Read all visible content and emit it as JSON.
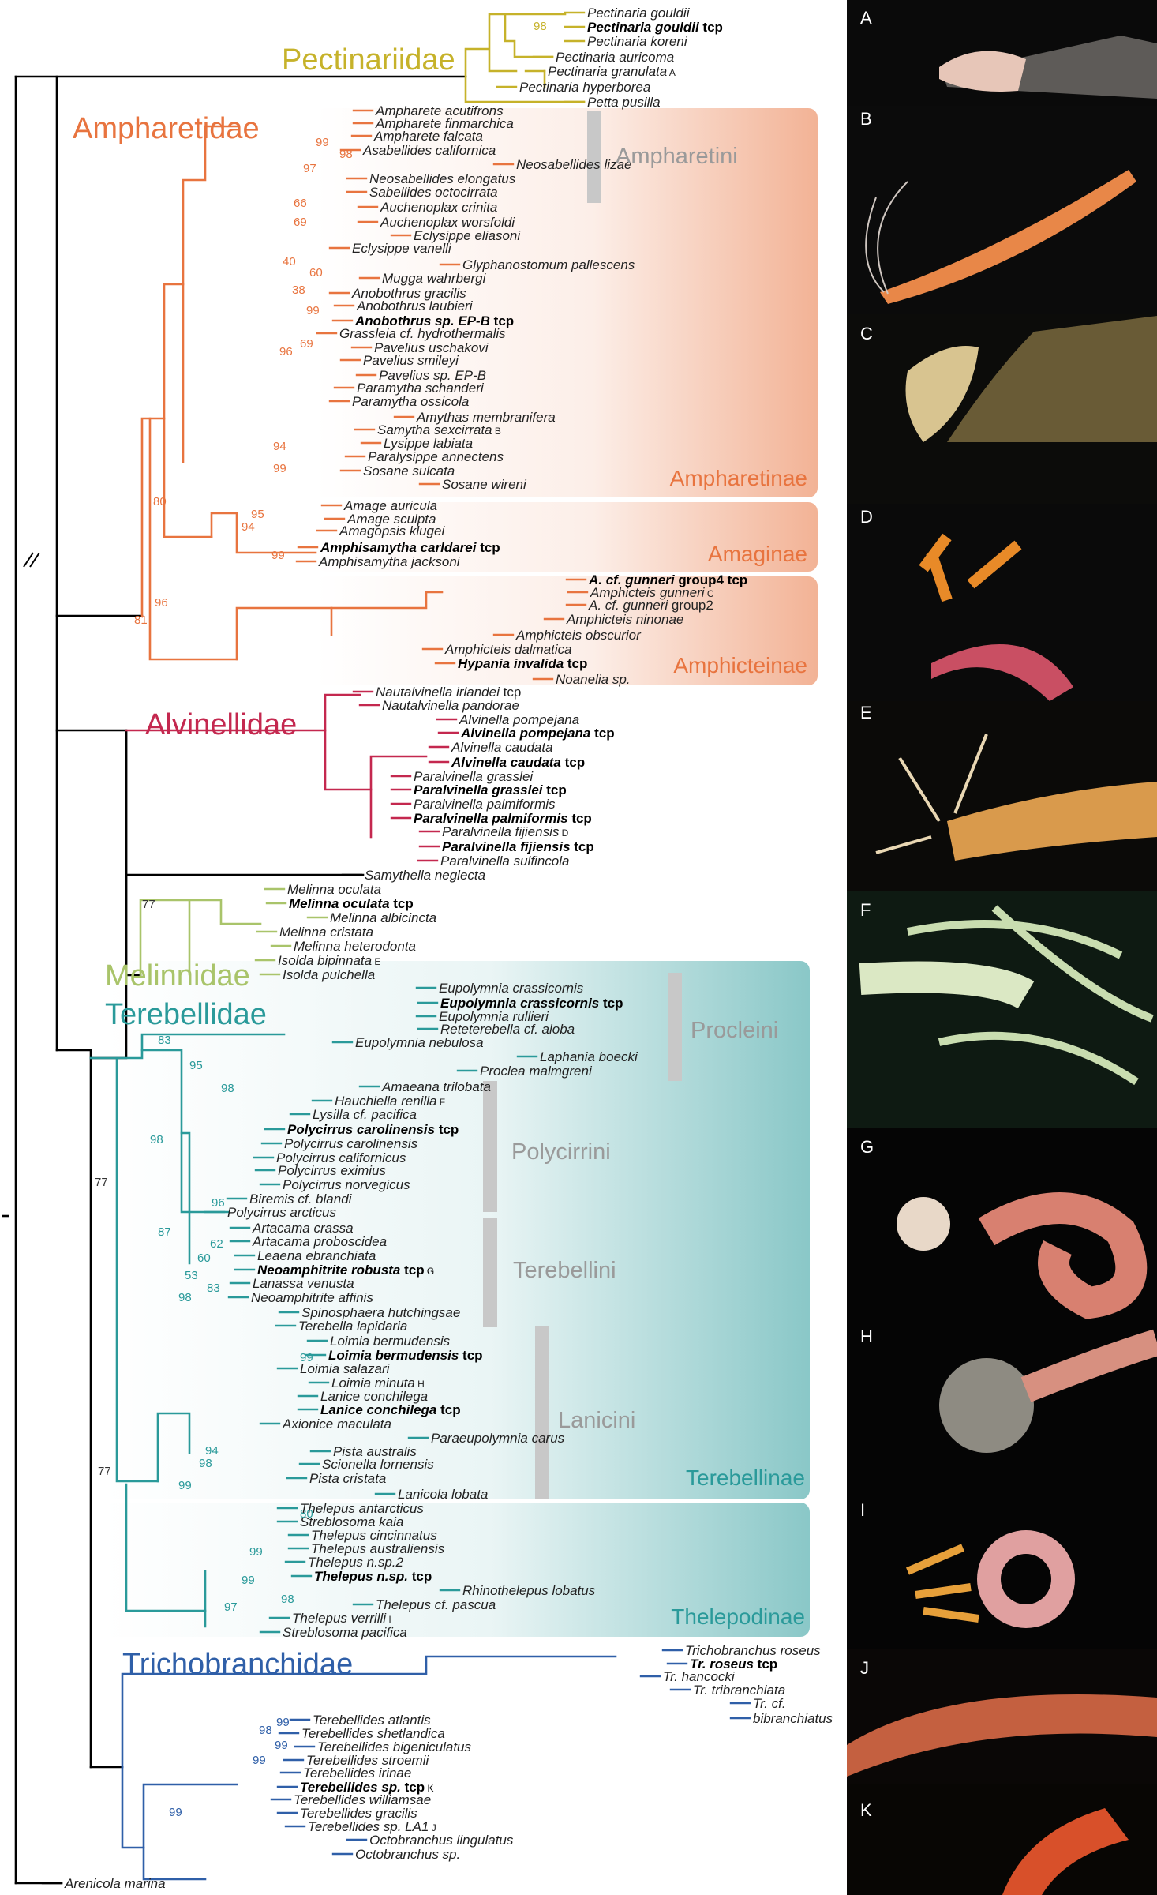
{
  "colors": {
    "pectinariidae": "#c6b22a",
    "ampharetidae": "#e8743f",
    "alvinellidae": "#c4284f",
    "melinnidae": "#a9c46a",
    "terebellidae": "#2a9a9a",
    "trichobranchidae": "#2f5fa8",
    "tribe_bar": "#c8c8c8",
    "background_panel": "#000000"
  },
  "families": {
    "pectinariidae": "Pectinariidae",
    "ampharetidae": "Ampharetidae",
    "alvinellidae": "Alvinellidae",
    "melinnidae": "Melinnidae",
    "terebellidae": "Terebellidae",
    "trichobranchidae": "Trichobranchidae"
  },
  "subfamilies": {
    "ampharetinae": "Ampharetinae",
    "amaginae": "Amaginae",
    "amphicteinae": "Amphicteinae",
    "terebellinae": "Terebellinae",
    "thelepodinae": "Thelepodinae"
  },
  "tribes": {
    "ampharetini": "Ampharetini",
    "procleini": "Procleini",
    "polycirrini": "Polycirrini",
    "terebellini": "Terebellini",
    "lanicini": "Lanicini"
  },
  "leaves": [
    {
      "name": "Pectinaria gouldii",
      "bold": false,
      "suffix": "",
      "fig": ""
    },
    {
      "name": "Pectinaria gouldii",
      "bold": true,
      "suffix": "tcp",
      "fig": ""
    },
    {
      "name": "Pectinaria koreni",
      "bold": false,
      "suffix": "",
      "fig": ""
    },
    {
      "name": "Pectinaria auricoma",
      "bold": false,
      "suffix": "",
      "fig": ""
    },
    {
      "name": "Pectinaria granulata",
      "bold": false,
      "suffix": "",
      "fig": "A"
    },
    {
      "name": "Pectinaria hyperborea",
      "bold": false,
      "suffix": "",
      "fig": ""
    },
    {
      "name": "Petta pusilla",
      "bold": false,
      "suffix": "",
      "fig": ""
    },
    {
      "name": "Amphicteis gunneri",
      "bold": false,
      "suffix": "",
      "fig": ""
    },
    {
      "name": "Ampharete acutifrons",
      "bold": false,
      "suffix": "",
      "fig": ""
    },
    {
      "name": "Ampharete finmarchica",
      "bold": false,
      "suffix": "",
      "fig": ""
    },
    {
      "name": "Ampharete falcata",
      "bold": false,
      "suffix": "",
      "fig": ""
    },
    {
      "name": "Asabellides californica",
      "bold": false,
      "suffix": "",
      "fig": ""
    },
    {
      "name": "Neosabellides lizae",
      "bold": false,
      "suffix": "",
      "fig": ""
    },
    {
      "name": "Neosabellides elongatus",
      "bold": false,
      "suffix": "",
      "fig": ""
    },
    {
      "name": "Sabellides octocirrata",
      "bold": false,
      "suffix": "",
      "fig": ""
    },
    {
      "name": "Auchenoplax crinita",
      "bold": false,
      "suffix": "",
      "fig": ""
    },
    {
      "name": "Auchenoplax worsfoldi",
      "bold": false,
      "suffix": "",
      "fig": ""
    },
    {
      "name": "Eclysippe eliasoni",
      "bold": false,
      "suffix": "",
      "fig": ""
    },
    {
      "name": "Eclysippe vanelli",
      "bold": false,
      "suffix": "",
      "fig": ""
    },
    {
      "name": "Glyphanostomum pallescens",
      "bold": false,
      "suffix": "",
      "fig": ""
    },
    {
      "name": "Mugga wahrbergi",
      "bold": false,
      "suffix": "",
      "fig": ""
    },
    {
      "name": "Anobothrus gracilis",
      "bold": false,
      "suffix": "",
      "fig": ""
    },
    {
      "name": "Anobothrus laubieri",
      "bold": false,
      "suffix": "",
      "fig": ""
    },
    {
      "name": "Anobothrus sp. EP-B",
      "bold": true,
      "suffix": "tcp",
      "fig": ""
    },
    {
      "name": "Grassleia cf. hydrothermalis",
      "bold": false,
      "suffix": "",
      "fig": ""
    },
    {
      "name": "Pavelius uschakovi",
      "bold": false,
      "suffix": "",
      "fig": ""
    },
    {
      "name": "Pavelius smileyi",
      "bold": false,
      "suffix": "",
      "fig": ""
    },
    {
      "name": "Pavelius sp. EP-B",
      "bold": false,
      "suffix": "",
      "fig": ""
    },
    {
      "name": "Paramytha schanderi",
      "bold": false,
      "suffix": "",
      "fig": ""
    },
    {
      "name": "Paramytha ossicola",
      "bold": false,
      "suffix": "",
      "fig": ""
    },
    {
      "name": "Amythas membranifera",
      "bold": false,
      "suffix": "",
      "fig": ""
    },
    {
      "name": "Samytha sexcirrata",
      "bold": false,
      "suffix": "",
      "fig": "B"
    },
    {
      "name": "Lysippe labiata",
      "bold": false,
      "suffix": "",
      "fig": ""
    },
    {
      "name": "Paralysippe annectens",
      "bold": false,
      "suffix": "",
      "fig": ""
    },
    {
      "name": "Sosane sulcata",
      "bold": false,
      "suffix": "",
      "fig": ""
    },
    {
      "name": "Sosane wireni",
      "bold": false,
      "suffix": "",
      "fig": ""
    },
    {
      "name": "Amage auricula",
      "bold": false,
      "suffix": "",
      "fig": ""
    },
    {
      "name": "Amage sculpta",
      "bold": false,
      "suffix": "",
      "fig": ""
    },
    {
      "name": "Amagopsis klugei",
      "bold": false,
      "suffix": "",
      "fig": ""
    },
    {
      "name": "Amphisamytha carldarei",
      "bold": true,
      "suffix": "tcp",
      "fig": ""
    },
    {
      "name": "Amphisamytha jacksoni",
      "bold": false,
      "suffix": "",
      "fig": ""
    },
    {
      "name": "A. cf. gunneri",
      "bold": true,
      "suffix": "group4 tcp",
      "fig": ""
    },
    {
      "name": "Amphicteis gunneri",
      "bold": false,
      "suffix": "",
      "fig": "C"
    },
    {
      "name": "A. cf. gunneri",
      "bold": false,
      "suffix": "group2",
      "fig": ""
    },
    {
      "name": "Amphicteis ninonae",
      "bold": false,
      "suffix": "",
      "fig": ""
    },
    {
      "name": "Amphicteis obscurior",
      "bold": false,
      "suffix": "",
      "fig": ""
    },
    {
      "name": "Amphicteis dalmatica",
      "bold": false,
      "suffix": "",
      "fig": ""
    },
    {
      "name": "Hypania invalida",
      "bold": true,
      "suffix": "tcp",
      "fig": ""
    },
    {
      "name": "Noanelia sp.",
      "bold": false,
      "suffix": "",
      "fig": ""
    },
    {
      "name": "Nautalvinella irlandei",
      "bold": false,
      "suffix": "tcp",
      "fig": ""
    },
    {
      "name": "Nautalvinella pandorae",
      "bold": false,
      "suffix": "",
      "fig": ""
    },
    {
      "name": "Alvinella pompejana",
      "bold": false,
      "suffix": "",
      "fig": ""
    },
    {
      "name": "Alvinella pompejana",
      "bold": true,
      "suffix": "tcp",
      "fig": ""
    },
    {
      "name": "Alvinella caudata",
      "bold": false,
      "suffix": "",
      "fig": ""
    },
    {
      "name": "Alvinella caudata",
      "bold": true,
      "suffix": "tcp",
      "fig": ""
    },
    {
      "name": "Paralvinella grasslei",
      "bold": false,
      "suffix": "",
      "fig": ""
    },
    {
      "name": "Paralvinella grasslei",
      "bold": true,
      "suffix": "tcp",
      "fig": ""
    },
    {
      "name": "Paralvinella palmiformis",
      "bold": false,
      "suffix": "",
      "fig": ""
    },
    {
      "name": "Paralvinella palmiformis",
      "bold": true,
      "suffix": "tcp",
      "fig": ""
    },
    {
      "name": "Paralvinella fijiensis",
      "bold": false,
      "suffix": "",
      "fig": "D"
    },
    {
      "name": "Paralvinella fijiensis",
      "bold": true,
      "suffix": "tcp",
      "fig": ""
    },
    {
      "name": "Paralvinella sulfincola",
      "bold": false,
      "suffix": "",
      "fig": ""
    },
    {
      "name": "Samythella neglecta",
      "bold": false,
      "suffix": "",
      "fig": ""
    },
    {
      "name": "Melinna oculata",
      "bold": false,
      "suffix": "",
      "fig": ""
    },
    {
      "name": "Melinna oculata",
      "bold": true,
      "suffix": "tcp",
      "fig": ""
    },
    {
      "name": "Melinna albicincta",
      "bold": false,
      "suffix": "",
      "fig": ""
    },
    {
      "name": "Melinna cristata",
      "bold": false,
      "suffix": "",
      "fig": ""
    },
    {
      "name": "Melinna heterodonta",
      "bold": false,
      "suffix": "",
      "fig": ""
    },
    {
      "name": "Isolda bipinnata",
      "bold": false,
      "suffix": "",
      "fig": "E"
    },
    {
      "name": "Isolda pulchella",
      "bold": false,
      "suffix": "",
      "fig": ""
    },
    {
      "name": "Eupolymnia crassicornis",
      "bold": false,
      "suffix": "",
      "fig": ""
    },
    {
      "name": "Eupolymnia crassicornis",
      "bold": true,
      "suffix": "tcp",
      "fig": ""
    },
    {
      "name": "Eupolymnia rullieri",
      "bold": false,
      "suffix": "",
      "fig": ""
    },
    {
      "name": "Reteterebella cf. aloba",
      "bold": false,
      "suffix": "",
      "fig": ""
    },
    {
      "name": "Eupolymnia nebulosa",
      "bold": false,
      "suffix": "",
      "fig": ""
    },
    {
      "name": "Laphania boecki",
      "bold": false,
      "suffix": "",
      "fig": ""
    },
    {
      "name": "Proclea malmgreni",
      "bold": false,
      "suffix": "",
      "fig": ""
    },
    {
      "name": "Amaeana trilobata",
      "bold": false,
      "suffix": "",
      "fig": ""
    },
    {
      "name": "Hauchiella renilla",
      "bold": false,
      "suffix": "",
      "fig": "F"
    },
    {
      "name": "Lysilla cf. pacifica",
      "bold": false,
      "suffix": "",
      "fig": ""
    },
    {
      "name": "Polycirrus carolinensis",
      "bold": true,
      "suffix": "tcp",
      "fig": ""
    },
    {
      "name": "Polycirrus carolinensis",
      "bold": false,
      "suffix": "",
      "fig": ""
    },
    {
      "name": "Polycirrus californicus",
      "bold": false,
      "suffix": "",
      "fig": ""
    },
    {
      "name": "Polycirrus eximius",
      "bold": false,
      "suffix": "",
      "fig": ""
    },
    {
      "name": "Polycirrus norvegicus",
      "bold": false,
      "suffix": "",
      "fig": ""
    },
    {
      "name": "Biremis cf. blandi",
      "bold": false,
      "suffix": "",
      "fig": ""
    },
    {
      "name": "Polycirrus arcticus",
      "bold": false,
      "suffix": "",
      "fig": ""
    },
    {
      "name": "Artacama crassa",
      "bold": false,
      "suffix": "",
      "fig": ""
    },
    {
      "name": "Artacama proboscidea",
      "bold": false,
      "suffix": "",
      "fig": ""
    },
    {
      "name": "Leaena ebranchiata",
      "bold": false,
      "suffix": "",
      "fig": ""
    },
    {
      "name": "Neoamphitrite robusta",
      "bold": true,
      "suffix": "tcp",
      "fig": "G"
    },
    {
      "name": "Lanassa venusta",
      "bold": false,
      "suffix": "",
      "fig": ""
    },
    {
      "name": "Neoamphitrite affinis",
      "bold": false,
      "suffix": "",
      "fig": ""
    },
    {
      "name": "Spinosphaera hutchingsae",
      "bold": false,
      "suffix": "",
      "fig": ""
    },
    {
      "name": "Terebella lapidaria",
      "bold": false,
      "suffix": "",
      "fig": ""
    },
    {
      "name": "Loimia bermudensis",
      "bold": false,
      "suffix": "",
      "fig": ""
    },
    {
      "name": "Loimia bermudensis",
      "bold": true,
      "suffix": "tcp",
      "fig": ""
    },
    {
      "name": "Loimia salazari",
      "bold": false,
      "suffix": "",
      "fig": ""
    },
    {
      "name": "Loimia minuta",
      "bold": false,
      "suffix": "",
      "fig": "H"
    },
    {
      "name": "Lanice conchilega",
      "bold": false,
      "suffix": "",
      "fig": ""
    },
    {
      "name": "Lanice conchilega",
      "bold": true,
      "suffix": "tcp",
      "fig": ""
    },
    {
      "name": "Axionice maculata",
      "bold": false,
      "suffix": "",
      "fig": ""
    },
    {
      "name": "Paraeupolymnia carus",
      "bold": false,
      "suffix": "",
      "fig": ""
    },
    {
      "name": "Pista australis",
      "bold": false,
      "suffix": "",
      "fig": ""
    },
    {
      "name": "Scionella lornensis",
      "bold": false,
      "suffix": "",
      "fig": ""
    },
    {
      "name": "Pista cristata",
      "bold": false,
      "suffix": "",
      "fig": ""
    },
    {
      "name": "Lanicola lobata",
      "bold": false,
      "suffix": "",
      "fig": ""
    },
    {
      "name": "Thelepus antarcticus",
      "bold": false,
      "suffix": "",
      "fig": ""
    },
    {
      "name": "Streblosoma kaia",
      "bold": false,
      "suffix": "",
      "fig": ""
    },
    {
      "name": "Thelepus cincinnatus",
      "bold": false,
      "suffix": "",
      "fig": ""
    },
    {
      "name": "Thelepus australiensis",
      "bold": false,
      "suffix": "",
      "fig": ""
    },
    {
      "name": "Thelepus n.sp.2",
      "bold": false,
      "suffix": "",
      "fig": ""
    },
    {
      "name": "Thelepus n.sp.",
      "bold": true,
      "suffix": "tcp",
      "fig": ""
    },
    {
      "name": "Rhinothelepus lobatus",
      "bold": false,
      "suffix": "",
      "fig": ""
    },
    {
      "name": "Thelepus cf. pascua",
      "bold": false,
      "suffix": "",
      "fig": ""
    },
    {
      "name": "Thelepus verrilli",
      "bold": false,
      "suffix": "",
      "fig": "I"
    },
    {
      "name": "Streblosoma pacifica",
      "bold": false,
      "suffix": "",
      "fig": ""
    },
    {
      "name": "Trichobranchus roseus",
      "bold": false,
      "suffix": "",
      "fig": ""
    },
    {
      "name": "Tr. roseus",
      "bold": true,
      "suffix": "tcp",
      "fig": ""
    },
    {
      "name": "Tr. hancocki",
      "bold": false,
      "suffix": "",
      "fig": ""
    },
    {
      "name": "Tr. tribranchiata",
      "bold": false,
      "suffix": "",
      "fig": ""
    },
    {
      "name": "Tr. cf.",
      "bold": false,
      "suffix": "",
      "fig": ""
    },
    {
      "name": "bibranchiatus",
      "bold": false,
      "suffix": "",
      "fig": ""
    },
    {
      "name": "Terebellides atlantis",
      "bold": false,
      "suffix": "",
      "fig": ""
    },
    {
      "name": "Terebellides shetlandica",
      "bold": false,
      "suffix": "",
      "fig": ""
    },
    {
      "name": "Terebellides bigeniculatus",
      "bold": false,
      "suffix": "",
      "fig": ""
    },
    {
      "name": "Terebellides stroemii",
      "bold": false,
      "suffix": "",
      "fig": ""
    },
    {
      "name": "Terebellides irinae",
      "bold": false,
      "suffix": "",
      "fig": ""
    },
    {
      "name": "Terebellides sp.",
      "bold": true,
      "suffix": "tcp",
      "fig": "K"
    },
    {
      "name": "Terebellides williamsae",
      "bold": false,
      "suffix": "",
      "fig": ""
    },
    {
      "name": "Terebellides gracilis",
      "bold": false,
      "suffix": "",
      "fig": ""
    },
    {
      "name": "Terebellides sp. LA1",
      "bold": false,
      "suffix": "",
      "fig": "J"
    },
    {
      "name": "Octobranchus lingulatus",
      "bold": false,
      "suffix": "",
      "fig": ""
    },
    {
      "name": "Octobranchus sp.",
      "bold": false,
      "suffix": "",
      "fig": ""
    },
    {
      "name": "Arenicola marina",
      "bold": false,
      "suffix": "",
      "fig": ""
    }
  ],
  "support_values": [
    "98",
    "99",
    "97",
    "98",
    "66",
    "69",
    "40",
    "60",
    "38",
    "99",
    "96",
    "69",
    "94",
    "99",
    "80",
    "95",
    "94",
    "99",
    "96",
    "81",
    "77",
    "83",
    "95",
    "98",
    "98",
    "87",
    "96",
    "62",
    "60",
    "53",
    "83",
    "98",
    "77",
    "99",
    "94",
    "98",
    "99",
    "80",
    "99",
    "99",
    "98",
    "97",
    "77",
    "99",
    "98",
    "99",
    "99",
    "99"
  ],
  "photo_panels": [
    "A",
    "B",
    "C",
    "D",
    "E",
    "F",
    "G",
    "H",
    "I",
    "J",
    "K"
  ]
}
